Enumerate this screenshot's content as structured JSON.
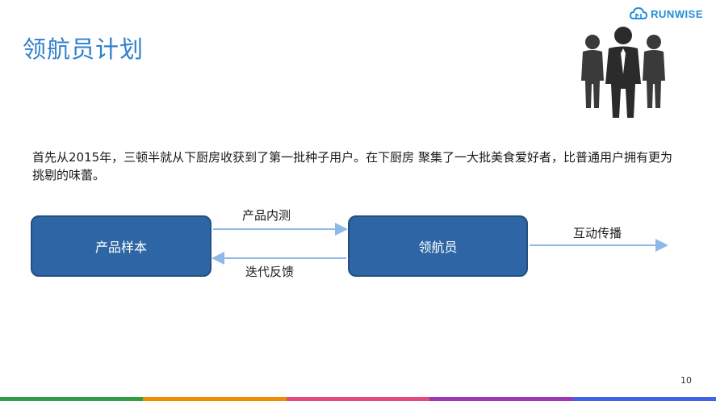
{
  "brand": {
    "logo_text": "RUNWISE",
    "accent": "#1f8fd6"
  },
  "slide": {
    "title": "领航员计划",
    "description": "首先从2015年，三顿半就从下厨房收获到了第一批种子用户。在下厨房 聚集了一大批美食爱好者，比普通用户拥有更为挑剔的味蕾。",
    "icon": "people-group-icon",
    "page_number": "10"
  },
  "flow": {
    "box_left": "产品样本",
    "box_right": "领航员",
    "arrow_forward_label": "产品内测",
    "arrow_back_label": "迭代反馈",
    "arrow_out_label": "互动传播",
    "box_color": "#2e66a5",
    "arrow_color": "#8db8e8"
  },
  "footer_colors": [
    "#2f9e44",
    "#f08c00",
    "#e64980",
    "#9c36b5",
    "#4263eb"
  ]
}
